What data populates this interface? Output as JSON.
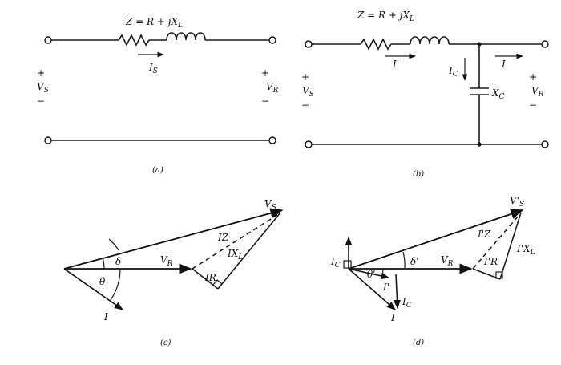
{
  "panel_a": {
    "impedance_eq": "Z = R + jX",
    "impedance_sub": "L",
    "current": "I",
    "current_sub": "S",
    "vs": "V",
    "vs_sub": "S",
    "vr": "V",
    "vr_sub": "R",
    "plus": "+",
    "minus": "−",
    "caption": "(a)"
  },
  "panel_b": {
    "impedance_eq": "Z = R + jX",
    "impedance_sub": "L",
    "current_line": "I'",
    "current_cap": "I",
    "current_cap_sub": "C",
    "current_load": "I",
    "xc": "X",
    "xc_sub": "C",
    "vs": "V",
    "vs_sub": "S",
    "vr": "V",
    "vr_sub": "R",
    "plus": "+",
    "minus": "−",
    "caption": "(b)"
  },
  "panel_c": {
    "vs": "V",
    "vs_sub": "S",
    "vr": "V",
    "vr_sub": "R",
    "iz": "IZ",
    "ixl": "IX",
    "ixl_sub": "L",
    "ir": "IR",
    "delta": "δ",
    "theta": "θ",
    "current": "I",
    "caption": "(c)"
  },
  "panel_d": {
    "vs": "V'",
    "vs_sub": "S",
    "vr": "V",
    "vr_sub": "R",
    "iz": "I'Z",
    "ixl": "I'X",
    "ixl_sub": "L",
    "ir": "I'R",
    "delta": "δ'",
    "theta": "θ'",
    "current_line": "I'",
    "current_cap": "I",
    "current_cap_sub": "C",
    "current_cap_left": "I",
    "current_cap_left_sub": "C",
    "current": "I",
    "caption": "(d)"
  }
}
